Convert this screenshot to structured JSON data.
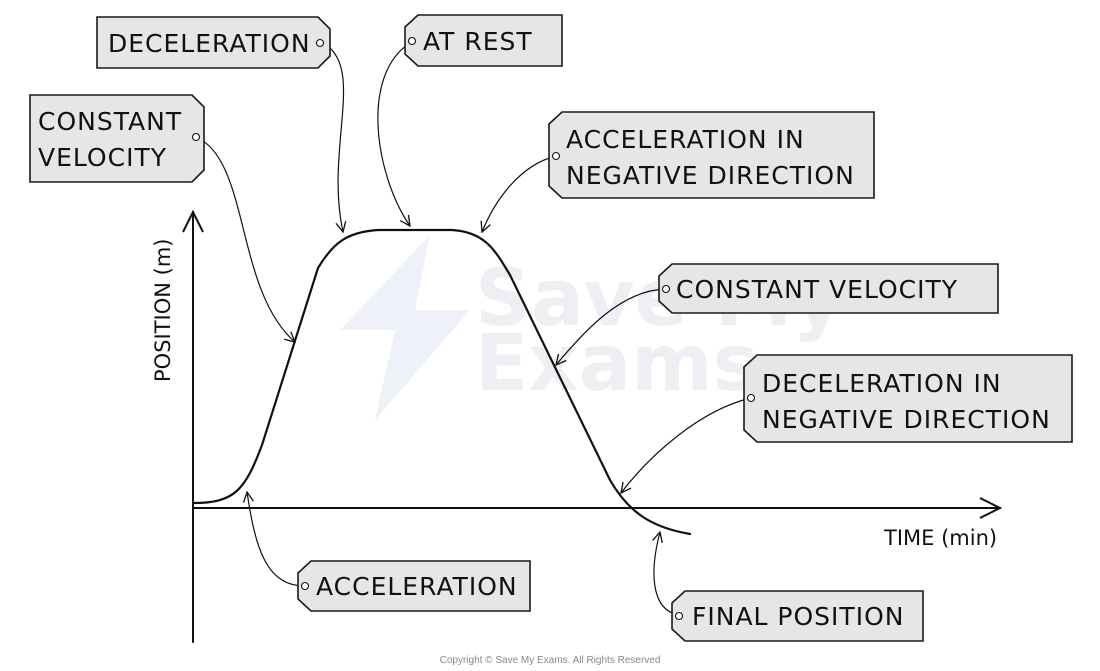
{
  "axes": {
    "y_label": "POSITION (m)",
    "x_label": "TIME (min)"
  },
  "labels": {
    "deceleration": "DECELERATION",
    "at_rest": "AT REST",
    "constant_velocity_left": [
      "CONSTANT",
      "VELOCITY"
    ],
    "acceleration_negative": [
      "ACCELERATION IN",
      "NEGATIVE DIRECTION"
    ],
    "constant_velocity_right": "CONSTANT VELOCITY",
    "deceleration_negative": [
      "DECELERATION IN",
      "NEGATIVE DIRECTION"
    ],
    "acceleration": "ACCELERATION",
    "final_position": "FINAL POSITION"
  },
  "watermark": [
    "Save My",
    "Exams"
  ],
  "copyright": "Copyright © Save My Exams. All Rights Reserved",
  "colors": {
    "tag_fill": "#e6e6e6",
    "ink": "#111111",
    "watermark": "#dfe3ea"
  }
}
